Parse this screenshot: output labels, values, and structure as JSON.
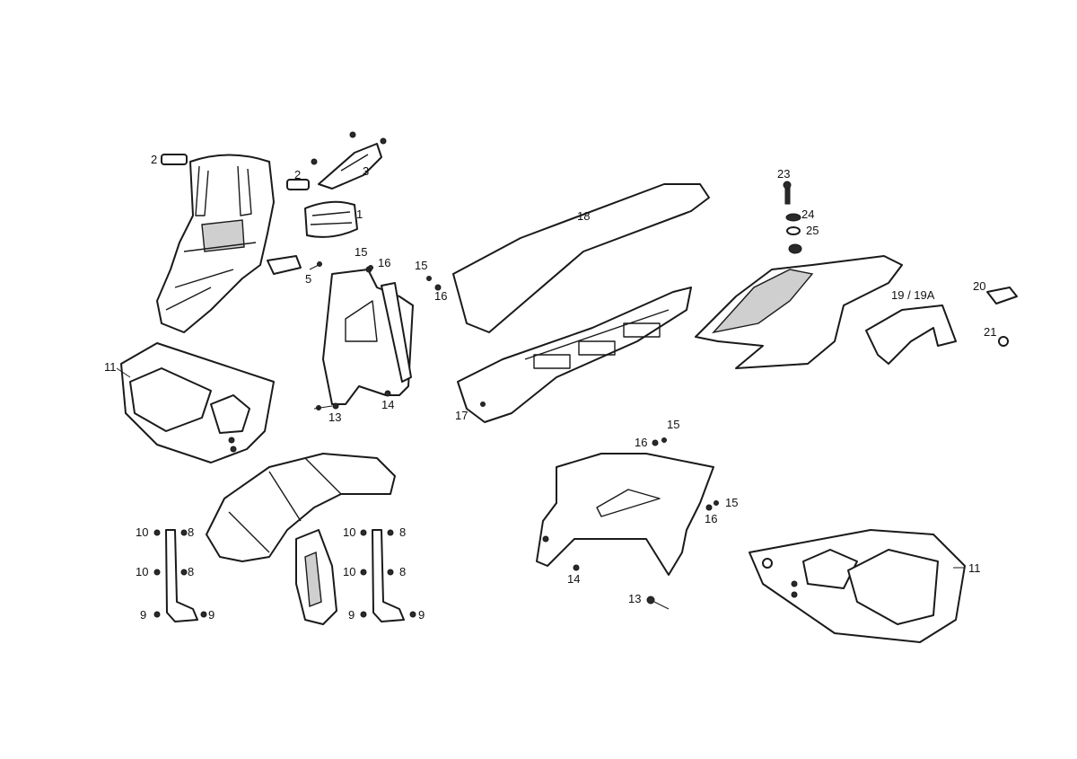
{
  "labels": {
    "l1": "1",
    "l2a": "2",
    "l2b": "2",
    "l3": "3",
    "l5": "5",
    "l8a": "8",
    "l8b": "8",
    "l8c": "8",
    "l8d": "8",
    "l9a": "9",
    "l9b": "9",
    "l9c": "9",
    "l9d": "9",
    "l10a": "10",
    "l10b": "10",
    "l10c": "10",
    "l10d": "10",
    "l11a": "11",
    "l11b": "11",
    "l13a": "13",
    "l13b": "13",
    "l14a": "14",
    "l14b": "14",
    "l15a": "15",
    "l15b": "15",
    "l15c": "15",
    "l15d": "15",
    "l16a": "16",
    "l16b": "16",
    "l16c": "16",
    "l16d": "16",
    "l17": "17",
    "l18": "18",
    "l19": "19 / 19A",
    "l20": "20",
    "l21": "21",
    "l23": "23",
    "l24": "24",
    "l25": "25"
  }
}
